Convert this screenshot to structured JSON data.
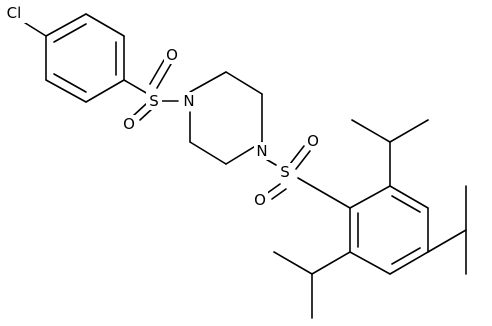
{
  "molecule": {
    "atoms": [
      {
        "id": "Cl",
        "label": "Cl"
      },
      {
        "id": "S1",
        "label": "S"
      },
      {
        "id": "O1a",
        "label": "O"
      },
      {
        "id": "O1b",
        "label": "O"
      },
      {
        "id": "N1",
        "label": "N"
      },
      {
        "id": "N2",
        "label": "N"
      },
      {
        "id": "S2",
        "label": "S"
      },
      {
        "id": "O2a",
        "label": "O"
      },
      {
        "id": "O2b",
        "label": "O"
      }
    ]
  }
}
